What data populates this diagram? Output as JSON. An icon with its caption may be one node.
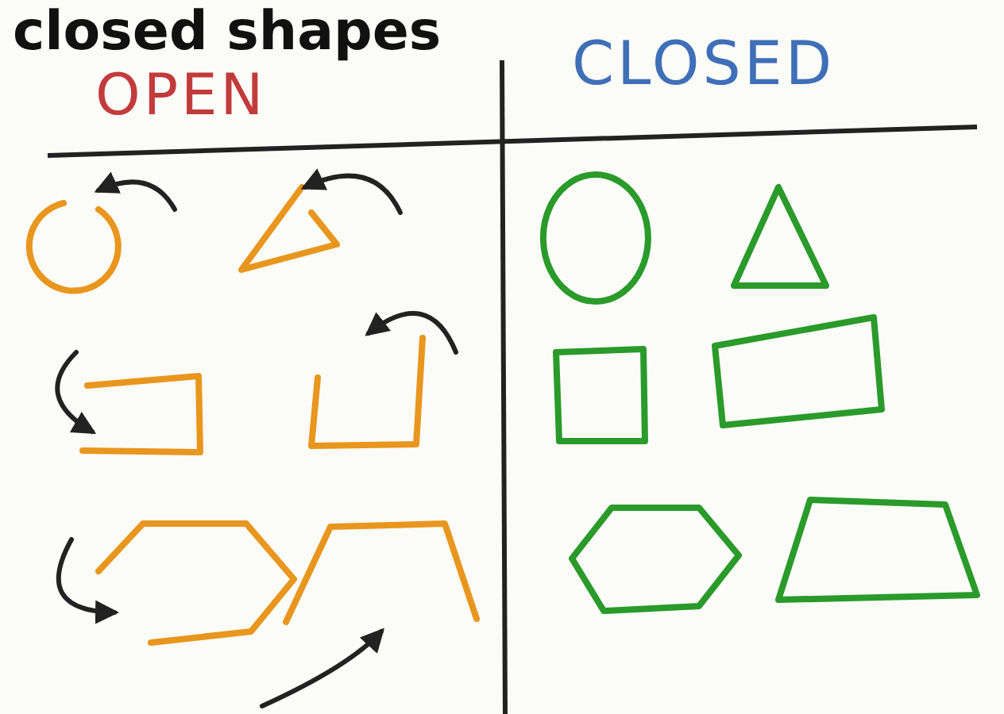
{
  "diagram": {
    "title": "closed shapes",
    "labels": [
      "OPEN",
      "CLOSED"
    ]
  }
}
